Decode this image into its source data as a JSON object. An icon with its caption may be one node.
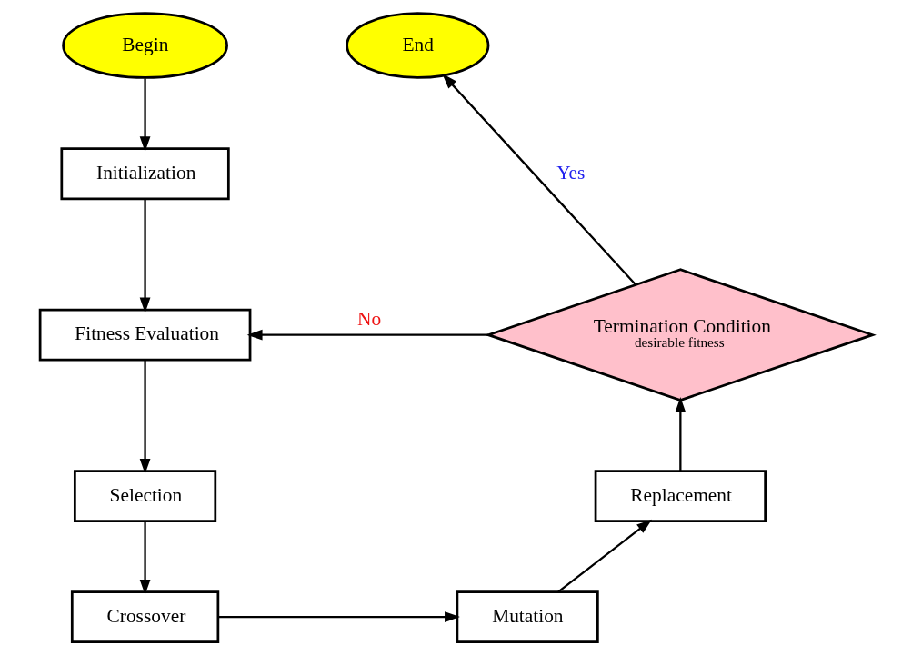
{
  "diagram": {
    "nodes": [
      {
        "text": [
          "Begin"
        ]
      },
      {
        "text": [
          "Initialization"
        ]
      },
      {
        "text": [
          "Fitness Evaluation"
        ]
      },
      {
        "text": [
          "Selection"
        ]
      },
      {
        "text": [
          "Crossover"
        ]
      },
      {
        "text": [
          "Mutation"
        ]
      },
      {
        "text": [
          "Replacement"
        ]
      },
      {
        "text": [
          "Termination Condition",
          "desirable fitness"
        ]
      },
      {
        "text": [
          "End"
        ]
      }
    ],
    "edges": [
      {
        "from": 0,
        "to": 1,
        "arrow": "to"
      },
      {
        "from": 1,
        "to": 2,
        "arrow": "to"
      },
      {
        "from": 2,
        "to": 3,
        "arrow": "to"
      },
      {
        "from": 3,
        "to": 4,
        "arrow": "to"
      },
      {
        "from": 4,
        "to": 5,
        "arrow": "to"
      },
      {
        "from": 5,
        "to": 6,
        "arrow": "to"
      },
      {
        "from": 6,
        "to": 7,
        "arrow": "to"
      },
      {
        "from": 7,
        "to": 8,
        "arrow": "to",
        "label": "Yes"
      },
      {
        "from": 7,
        "to": 2,
        "arrow": "to",
        "label": "No"
      }
    ]
  }
}
